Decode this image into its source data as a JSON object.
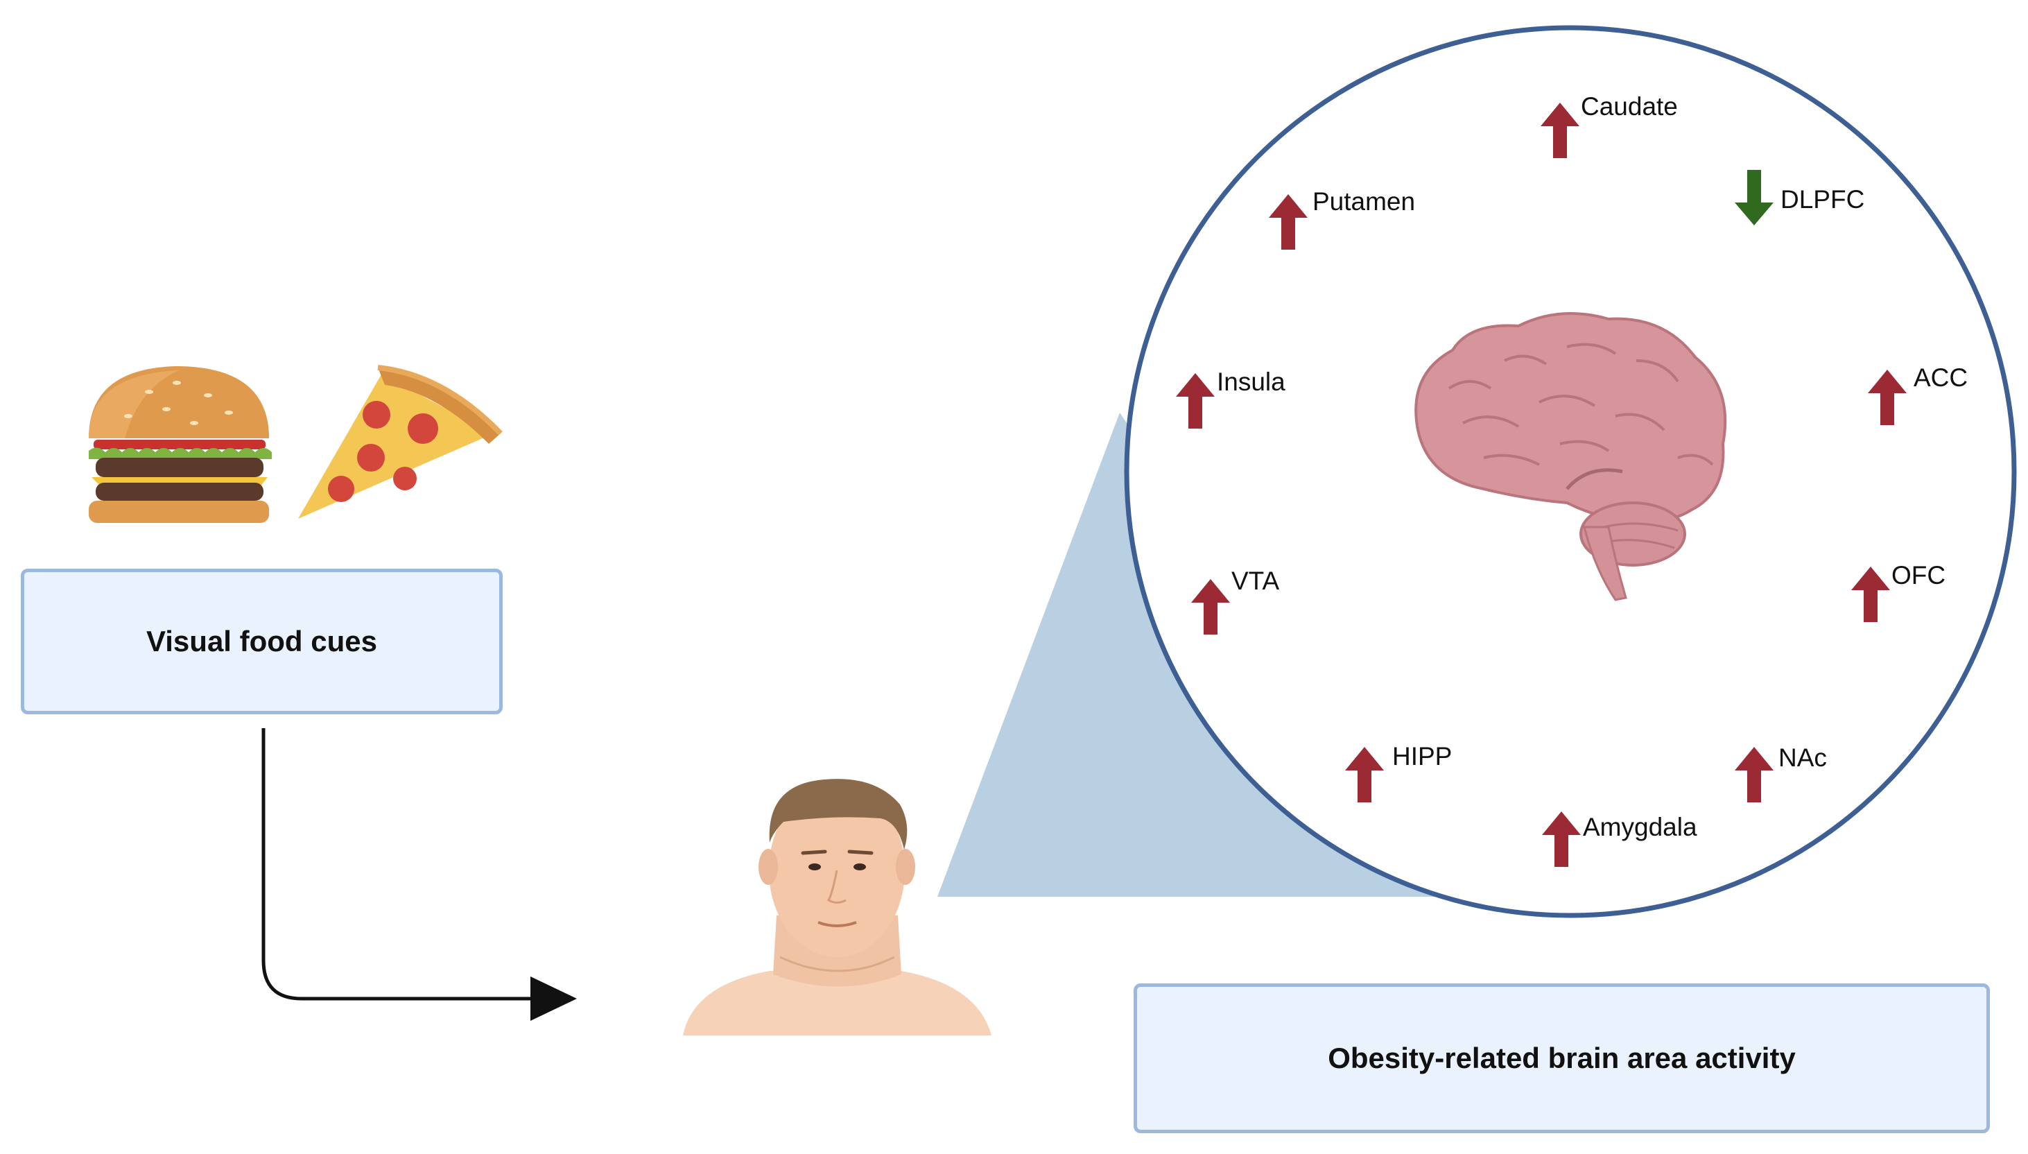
{
  "labels": {
    "food_cues": "Visual food cues",
    "brain_activity": "Obesity-related brain area activity"
  },
  "regions": [
    {
      "name": "Caudate",
      "change": "up"
    },
    {
      "name": "DLPFC",
      "change": "down"
    },
    {
      "name": "ACC",
      "change": "up"
    },
    {
      "name": "OFC",
      "change": "up"
    },
    {
      "name": "NAc",
      "change": "up"
    },
    {
      "name": "Amygdala",
      "change": "up"
    },
    {
      "name": "HIPP",
      "change": "up"
    },
    {
      "name": "VTA",
      "change": "up"
    },
    {
      "name": "Insula",
      "change": "up"
    },
    {
      "name": "Putamen",
      "change": "up"
    }
  ],
  "icons": [
    "burger-icon",
    "pizza-slice-icon",
    "person-icon",
    "brain-icon",
    "up-arrow-icon",
    "down-arrow-icon",
    "flow-arrow-icon"
  ],
  "colors": {
    "increase": "#9b2a35",
    "decrease": "#2f6a1f",
    "circle_border": "#3d5f94",
    "zoom_cone": "#b9d0e3",
    "box_fill": "#eaf2fd",
    "box_border": "#9db8df"
  }
}
